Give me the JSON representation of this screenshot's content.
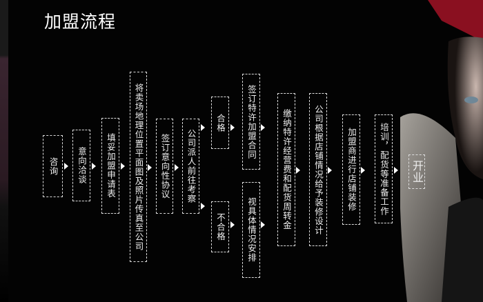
{
  "title": "加盟流程",
  "steps": {
    "s1": "咨询",
    "s2": "意向洽谈",
    "s3": "填妥加盟申请表",
    "s4": "将卖场地理位置平面图及照片传真至公司",
    "s5": "签订意向性协议",
    "s6": "公司派人前往考察",
    "pass": "合格",
    "fail": "不合格",
    "s7": "签订特许加盟合同",
    "s7b": "视具体情况安排",
    "s8": "缴纳特许经营费和配货周转金",
    "s9": "公司根据店铺情况给予装修设计",
    "s10": "加盟商进行店铺装修",
    "s11": "培训，配货等准备工作",
    "s12": "开业"
  }
}
